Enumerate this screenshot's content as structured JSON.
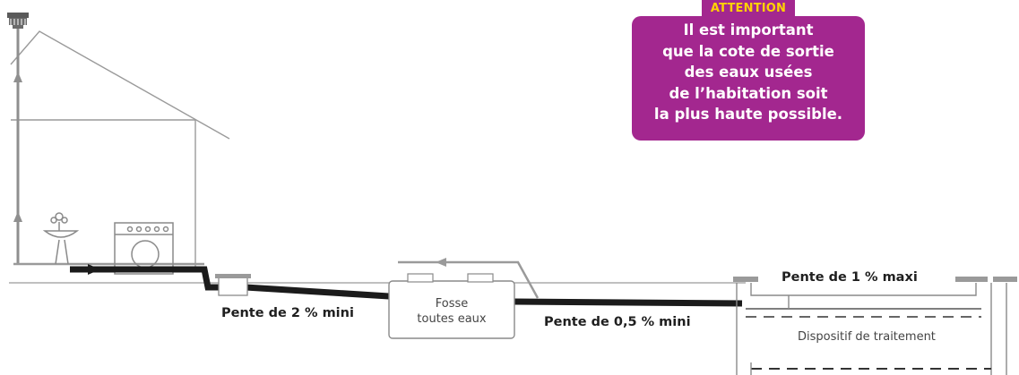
{
  "attention": {
    "tag": "ATTENTION",
    "lines": [
      "Il est important",
      "que la cote de sortie",
      "des eaux usées",
      "de l’habitation soit",
      "la plus haute possible."
    ],
    "box_color": "#a3278f",
    "tag_text_color": "#ffd200"
  },
  "labels": {
    "slope_2": "Pente de 2 % mini",
    "tank_line1": "Fosse",
    "tank_line2": "toutes eaux",
    "slope_05": "Pente de 0,5 % mini",
    "slope_1": "Pente de 1 % maxi",
    "treatment": "Dispositif de traitement"
  },
  "icons": [
    "ventilation-cap-icon",
    "sink-icon",
    "washing-machine-icon"
  ],
  "colors": {
    "line": "#9a9a9a",
    "pipe": "#1b1b1b"
  }
}
